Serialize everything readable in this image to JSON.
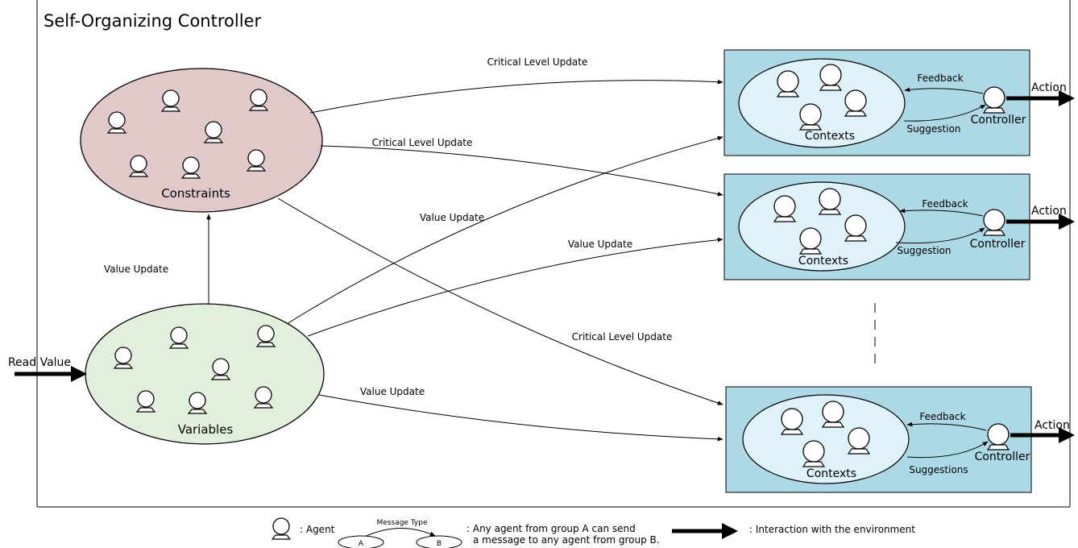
{
  "title": "Self-Organizing Controller",
  "groups": {
    "constraints": "Constraints",
    "variables": "Variables"
  },
  "controllers": [
    {
      "contexts": "Contexts",
      "controller": "Controller",
      "feedback": "Feedback",
      "suggestion": "Suggestion",
      "action": "Action"
    },
    {
      "contexts": "Contexts",
      "controller": "Controller",
      "feedback": "Feedback",
      "suggestion": "Suggestion",
      "action": "Action"
    },
    {
      "contexts": "Contexts",
      "controller": "Controller",
      "feedback": "Feedback",
      "suggestion": "Suggestions",
      "action": "Action"
    }
  ],
  "edges": {
    "critical_1": "Critical Level Update",
    "critical_2": "Critical Level Update",
    "critical_3": "Critical Level Update",
    "value_1": "Value Update",
    "value_2": "Value Update",
    "value_3": "Value Update",
    "value_constraints": "Value Update",
    "read_value": "Read Value"
  },
  "legend": {
    "agent": ": Agent",
    "message_type": "Message Type",
    "node_a": "A",
    "node_b": "B",
    "message_desc_1": ": Any agent from group A can send",
    "message_desc_2": "a message to any agent from group B.",
    "interaction": ": Interaction with the environment"
  },
  "colors": {
    "constraints_fill": "#e2c9c9",
    "variables_fill": "#e2efdc",
    "controller_box": "#add8e6",
    "contexts_fill": "#dff1f9"
  }
}
